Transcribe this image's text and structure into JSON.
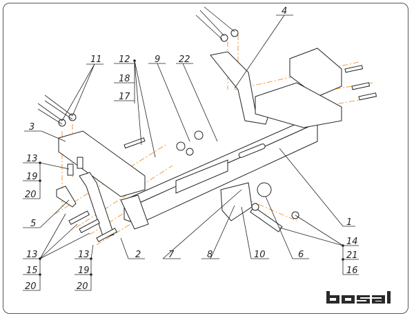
{
  "diagram": {
    "title": "Towbar exploded assembly drawing",
    "brand": "bosal",
    "colors": {
      "outline": "#222222",
      "axis_lines": "#f29a3a",
      "logo": "#2a2a2a"
    },
    "part_labels": {
      "p11": "11",
      "p12": "12",
      "p18": "18",
      "p17": "17",
      "p9": "9",
      "p22": "22",
      "p4": "4",
      "p3": "3",
      "p13a": "13",
      "p19a": "19",
      "p20a": "20",
      "p5": "5",
      "p13b": "13",
      "p15": "15",
      "p20b": "20",
      "p13c": "13",
      "p19c": "19",
      "p20c": "20",
      "p2": "2",
      "p7": "7",
      "p8": "8",
      "p10": "10",
      "p6": "6",
      "p1": "1",
      "p14": "14",
      "p21": "21",
      "p16": "16"
    }
  }
}
